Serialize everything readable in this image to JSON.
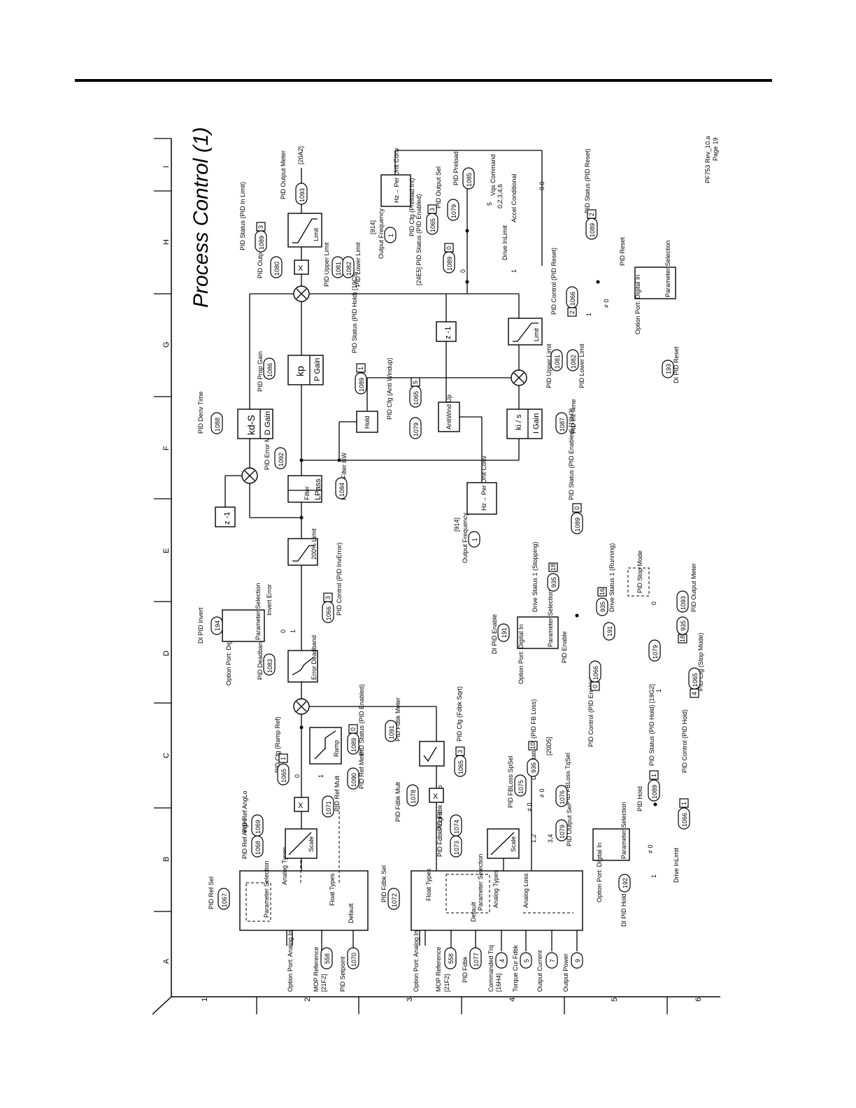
{
  "title": "Process Control (1)",
  "revision": "PF753 Rev_10.a",
  "page_label": "Page 19",
  "row_labels": [
    "1",
    "2",
    "3",
    "4",
    "5",
    "6"
  ],
  "col_labels": [
    "A",
    "B",
    "C",
    "D",
    "E",
    "F",
    "G",
    "H",
    "I"
  ],
  "blocks": {
    "param_sel": "Parameter Selection",
    "scale": "Scale",
    "ramp": "Ramp",
    "error_deadband": "Error Deadband",
    "limit_200": "200% Limit",
    "filter": "Filter",
    "lpass": "LPass",
    "z1": "z -1",
    "kds": "kd-S",
    "dgain": "D Gain",
    "kp": "kp",
    "pgain": "P Gain",
    "hold": "Hold",
    "antiwind": "AntiWind Up",
    "ki_s": "ki / s",
    "igain": "I Gain",
    "limit": "Limit",
    "hz_pu": "Hz→ Per Unit Conv",
    "pid_stop_mode": "PID Stop Mode"
  },
  "labels": {
    "option_analog": "Option Port: Analog In",
    "mop_ref": "MOP Reference",
    "ref_21f2": "[21F2]",
    "pid_setpoint": "PID Setpoint",
    "analog_types": "Analog Types",
    "float_types": "Float Types",
    "default": "Default",
    "pid_ref_sel": "PID Ref Sel",
    "pid_ref_anghi": "PID Ref AngHi",
    "pid_ref_anglo": "PID Ref AngLo",
    "pid_ref_mult": "PID Ref Mult",
    "pid_cfg_ramp": "PID Cfg (Ramp Ref)",
    "pid_ref_meter": "PID Ref Meter",
    "pid_status_en": "PID Status (PID Enabled)",
    "pid_fdbk": "PID Fdbk",
    "commanded_trq": "Commanded Trq",
    "ref_16h4": "[16H4]",
    "torque_cur": "Torque Cur Fdbk",
    "output_current": "Output Current",
    "output_power": "Output Power",
    "analog_loss": "Analog Loss",
    "pid_fdbk_sel": "PID Fdbk Sel",
    "pid_fdbk_anghi": "PID Fdbk AngHi",
    "pid_fdbk_anglo": "PID Fdbk AngLo",
    "pid_fdbk_mult": "PID Fdbk Mult",
    "pid_fbloss_spsel": "PID FBLoss SpSel",
    "pid_fbloss_tqsel": "PID FBLoss TqSel",
    "pid_output_sel": "PID Output Sel",
    "drive_status2": "Drive Status 2 (PID FB Loss)",
    "ref_20d5": "[20D5]",
    "pid_cfg_sqrt": "PID Cfg (Fdbk Sqrt)",
    "pid_fdbk_meter": "PID Fdbk Meter",
    "option_digital": "Option Port: Digital In",
    "pid_deadband": "PID Deadband",
    "di_pid_invert": "DI PID Invert",
    "invert_error": "Invert Error",
    "pid_control_inv": "PID Control (PID InvError)",
    "pid_error_meter": "PID Error Meter",
    "pid_lp_bw": "PID LP Filter BW",
    "output_freq": "Output Frequency",
    "ref_914": "[914]",
    "pid_deriv_time": "PID Deriv Time",
    "pid_prop_gain": "PID Prop Gain",
    "pid_status_hold": "PID Status (PID Hold) [19C5]",
    "pid_cfg_anti": "PID Cfg (Anti Windup)",
    "pid_int_time": "PID Int Time",
    "pid_upper_limit": "PID Upper Limit",
    "pid_lower_limit": "PID Lower Limit",
    "pid_output_mult": "PID Output Mult",
    "pid_status_inlimit": "PID Status (PID In Limit)",
    "pid_output_meter": "PID Output Meter",
    "ref_20a2": "[20A2]",
    "pid_preload": "PID Preload",
    "pid_cfg_preload": "PID Cfg (Preload Int)",
    "pid_status_24e5": "[24E5] PID Status (PID Enabled)",
    "vqs_command": "Vqs Command",
    "vqs_vals": "0,2,3,4,6",
    "accel_conditional": "Accel Conditional",
    "drive_inlimit": "Drive InLimit",
    "pid_status_reset": "PID Status (PID Reset)",
    "pid_control_reset": "PID Control (PID Reset)",
    "pid_reset": "PID Reset",
    "di_pid_reset": "DI PID Reset",
    "di_pid_enable": "DI PID Enable",
    "pid_enable": "PID Enable",
    "pid_control_enable": "PID Control (PID Enable)",
    "drive_status_stopping": "Drive Status 1 (Stopping)",
    "drive_status_running": "Drive Status 1 (Running)",
    "pid_status_enabled_19h3": "PID Status (PID Enabled) [19H3]",
    "pid_output_meter2": "PID Output Meter",
    "pid_cfg_stop": "PID Cfg (Stop Mode)",
    "pid_hold": "PID Hold",
    "pid_status_hold2": "PID Status (PID Hold) [19G2]",
    "pid_control_hold": "PID Control (PID Hold)",
    "di_pid_hold": "DI PID Hold",
    "drive_inlimit2": "Drive InLimit",
    "val_0": "0",
    "val_1": "1",
    "val_00": "0.0",
    "val_1_2": "1,2",
    "val_3_4": "3,4",
    "val_ne0": "≠ 0",
    "val_5": "5"
  },
  "params": {
    "p1067": "1067",
    "p558": "558",
    "p1070": "1070",
    "p1068": "1068",
    "p1069": "1069",
    "p1071": "1071",
    "p1065": "1065",
    "p1090": "1090",
    "p1089": "1089",
    "p1072": "1072",
    "p1077": "1077",
    "p4": "4",
    "p5": "5",
    "p7": "7",
    "p9": "9",
    "p1073": "1073",
    "p1074": "1074",
    "p1078": "1078",
    "p1075": "1075",
    "p1076": "1076",
    "p1079": "1079",
    "p936": "936",
    "p1091": "1091",
    "p194": "194",
    "p1083": "1083",
    "p1066": "1066",
    "p1092": "1092",
    "p1084": "1084",
    "p1": "1",
    "p1088": "1088",
    "p1086": "1086",
    "p1087": "1087",
    "p1081": "1081",
    "p1082": "1082",
    "p1080": "1080",
    "p1093": "1093",
    "p1085": "1085",
    "p193": "193",
    "p191": "191",
    "p935": "935",
    "p192": "192"
  },
  "bits": {
    "b1": "1",
    "b0": "0",
    "b3": "3",
    "b5": "5",
    "b10": "10",
    "b2": "2",
    "b18": "18",
    "b16": "16",
    "b4": "4"
  }
}
